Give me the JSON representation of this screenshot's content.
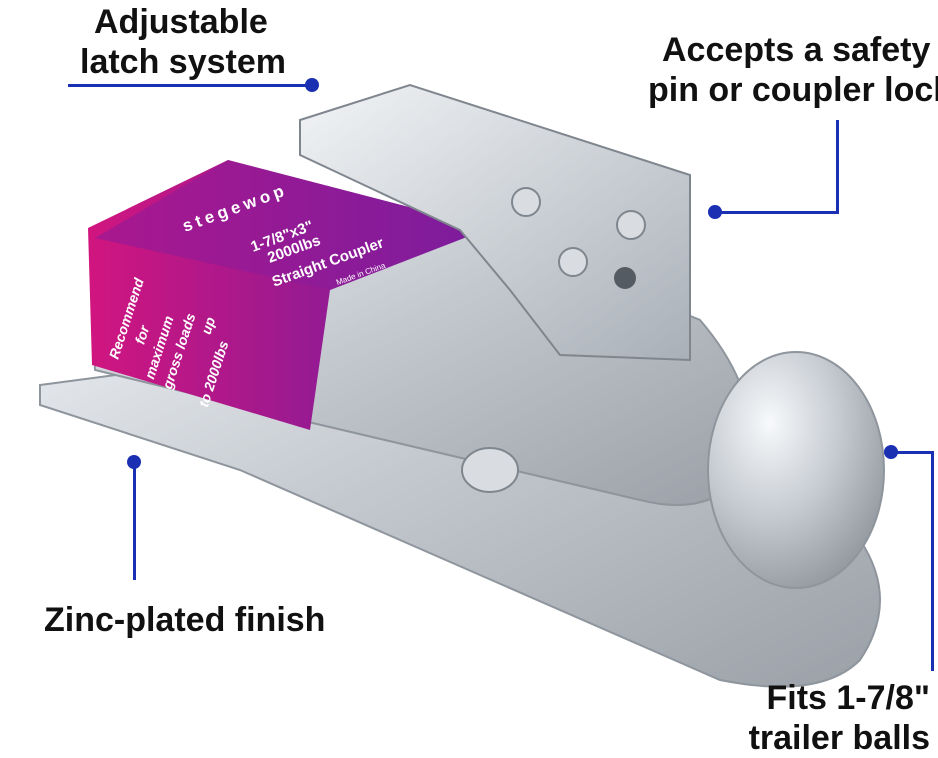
{
  "colors": {
    "accent": "#1b2fb3",
    "zinc": "#c9ced4",
    "label_start": "#d1157f",
    "label_end": "#6a1fa0"
  },
  "callouts": {
    "latch": {
      "line1": "Adjustable",
      "line2": "latch system"
    },
    "lock": {
      "line1": "Accepts a safety",
      "line2": "pin or coupler lock"
    },
    "finish": {
      "line1": "Zinc-plated finish"
    },
    "balls": {
      "line1": "Fits 1-7/8\"",
      "line2": "trailer balls"
    }
  },
  "label": {
    "brand": "stegewop",
    "size": "1-7/8\"x3\"",
    "capacity": "2000lbs",
    "type": "Straight Coupler",
    "origin": "Made in China",
    "side_text": [
      "Recommend",
      "for",
      "maximum",
      "gross loads",
      "up",
      "to 2000lbs"
    ]
  }
}
